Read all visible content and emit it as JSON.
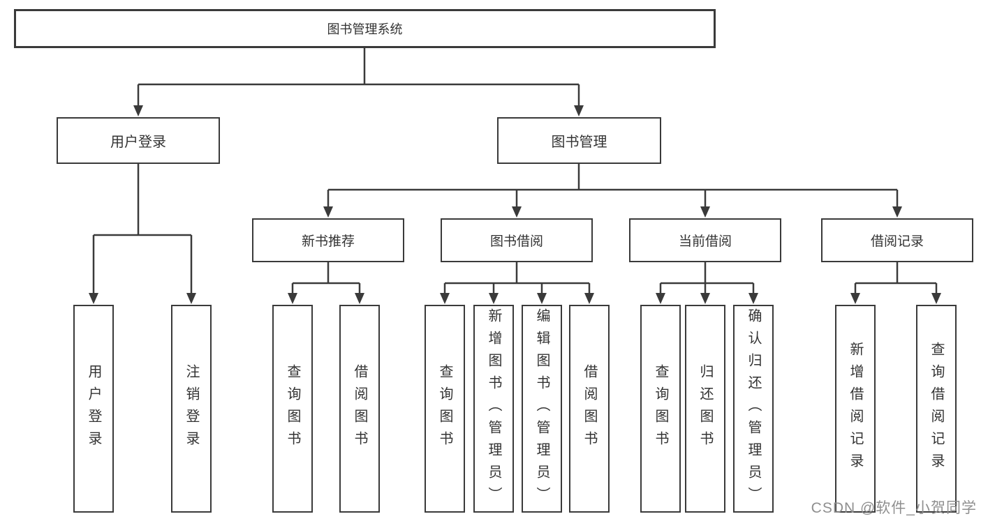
{
  "diagram": {
    "root": {
      "label": "图书管理系统"
    },
    "branches": [
      {
        "label": "用户登录",
        "children": [
          {
            "label": "用户登录"
          },
          {
            "label": "注销登录"
          }
        ]
      },
      {
        "label": "图书管理",
        "children": [
          {
            "label": "新书推荐",
            "children": [
              {
                "label": "查询图书"
              },
              {
                "label": "借阅图书"
              }
            ]
          },
          {
            "label": "图书借阅",
            "children": [
              {
                "label": "查询图书"
              },
              {
                "label": "新增图书（管理员）"
              },
              {
                "label": "编辑图书（管理员）"
              },
              {
                "label": "借阅图书"
              }
            ]
          },
          {
            "label": "当前借阅",
            "children": [
              {
                "label": "查询图书"
              },
              {
                "label": "归还图书"
              },
              {
                "label": "确认归还（管理员）"
              }
            ]
          },
          {
            "label": "借阅记录",
            "children": [
              {
                "label": "新增借阅记录"
              },
              {
                "label": "查询借阅记录"
              }
            ]
          }
        ]
      }
    ]
  },
  "watermark": {
    "text": "CSDN @软件_小贺同学",
    "color": "#8f8f8f"
  },
  "colors": {
    "line": "#3a3a3a",
    "box_border": "#3a3a3a",
    "text": "#333333",
    "background": "#ffffff"
  }
}
